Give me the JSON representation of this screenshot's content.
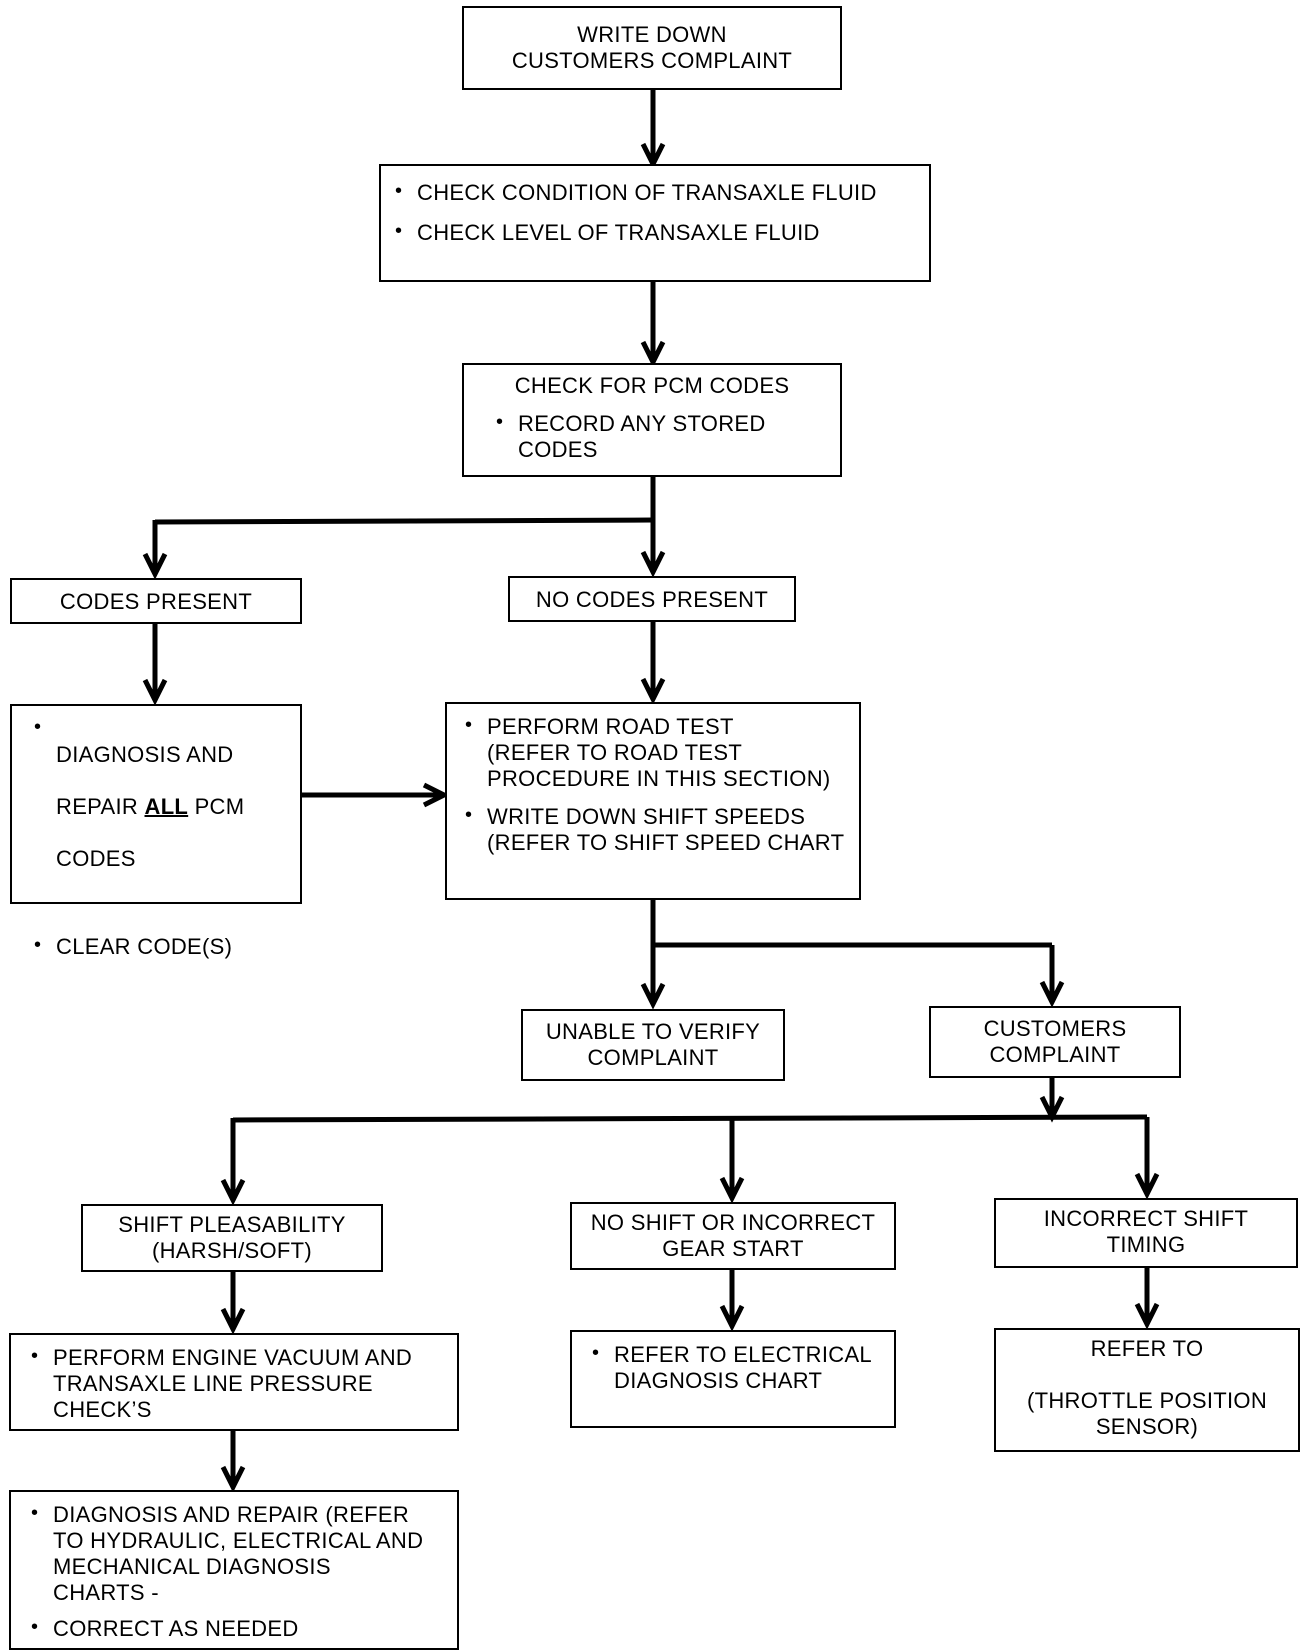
{
  "nodes": {
    "write_down": {
      "lines": [
        "WRITE DOWN",
        "CUSTOMERS COMPLAINT"
      ]
    },
    "check_fluid": {
      "bullets": [
        "CHECK CONDITION OF TRANSAXLE FLUID",
        "CHECK LEVEL OF TRANSAXLE FLUID"
      ]
    },
    "check_pcm": {
      "heading": "CHECK FOR PCM CODES",
      "bullets": [
        "RECORD ANY STORED\nCODES"
      ]
    },
    "codes_present": {
      "lines": [
        "CODES PRESENT"
      ]
    },
    "no_codes_present": {
      "lines": [
        "NO CODES PRESENT"
      ]
    },
    "diagnose_repair": {
      "bullet1_line1": "DIAGNOSIS AND",
      "bullet1_line2_pre": "REPAIR ",
      "bullet1_line2_em": "ALL",
      "bullet1_line2_post": " PCM",
      "bullet1_line3": "CODES",
      "bullet2": "CLEAR CODE(S)"
    },
    "road_test": {
      "bullets": [
        "PERFORM ROAD TEST\n(REFER TO ROAD TEST\nPROCEDURE IN THIS SECTION)",
        "WRITE DOWN SHIFT SPEEDS\n(REFER TO SHIFT SPEED CHART"
      ]
    },
    "unable_verify": {
      "lines": [
        "UNABLE TO VERIFY",
        "COMPLAINT"
      ]
    },
    "customers_complaint": {
      "lines": [
        "CUSTOMERS",
        "COMPLAINT"
      ]
    },
    "shift_pleasability": {
      "lines": [
        "SHIFT PLEASABILITY",
        "(HARSH/SOFT)"
      ]
    },
    "no_shift": {
      "lines": [
        "NO SHIFT OR INCORRECT",
        "GEAR START"
      ]
    },
    "incorrect_timing": {
      "lines": [
        "INCORRECT SHIFT",
        "TIMING"
      ]
    },
    "engine_vacuum": {
      "bullets": [
        "PERFORM ENGINE VACUUM AND\nTRANSAXLE LINE PRESSURE\nCHECK’S"
      ]
    },
    "electrical_chart": {
      "bullets": [
        "REFER TO ELECTRICAL\nDIAGNOSIS CHART"
      ]
    },
    "refer_tps": {
      "lines": [
        "REFER TO",
        "",
        "(THROTTLE POSITION",
        "SENSOR)"
      ]
    },
    "diagnosis_repair_final": {
      "bullets": [
        "DIAGNOSIS AND REPAIR (REFER\nTO HYDRAULIC, ELECTRICAL AND\nMECHANICAL DIAGNOSIS\nCHARTS -",
        "CORRECT AS NEEDED"
      ]
    }
  }
}
